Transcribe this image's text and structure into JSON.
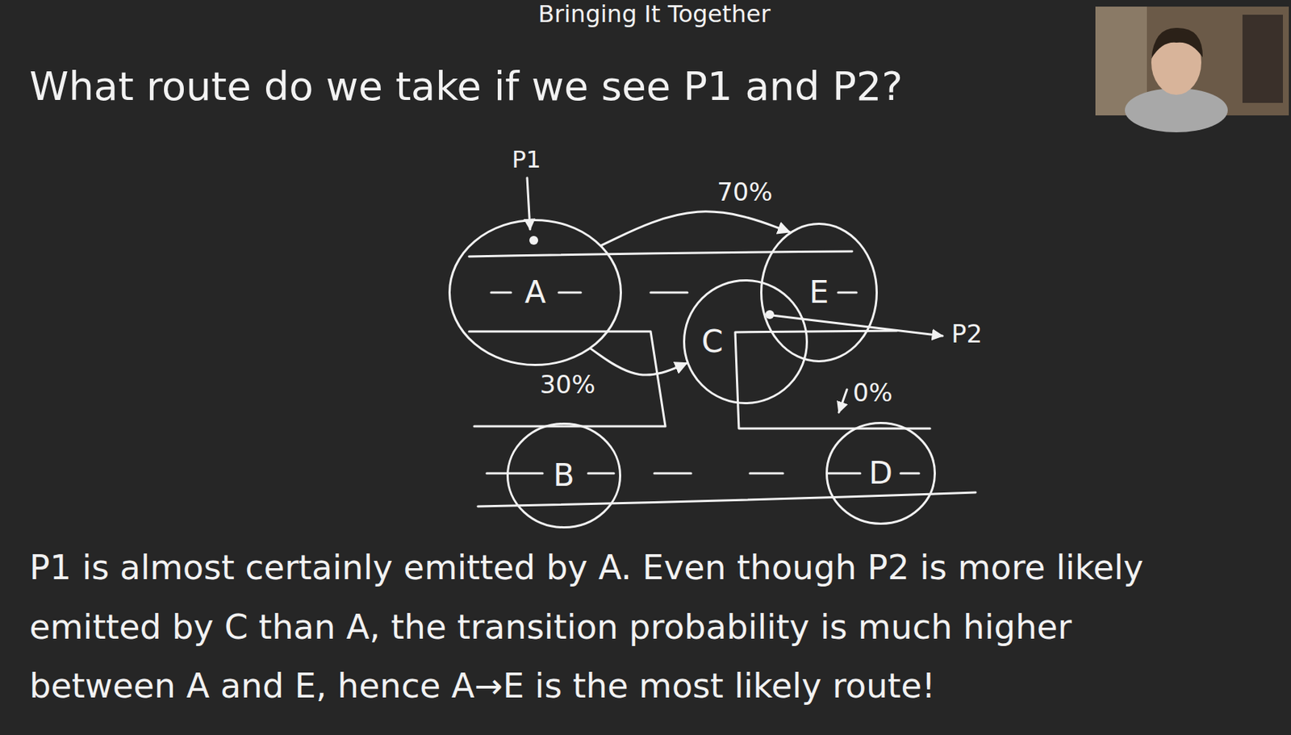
{
  "diagram": {
    "title": "Bringing It Together",
    "caption": "P1 is almost certainly emitted by A. Even though P2 is more likely emitted by C than A, the transition probability is much higher between A and E, hence A→E is the most likely route!",
    "nodes": [
      {
        "text": [
          "A"
        ]
      },
      {
        "text": [
          "E"
        ]
      },
      {
        "text": [
          "C"
        ]
      },
      {
        "text": [
          "B"
        ]
      },
      {
        "text": [
          "D"
        ]
      }
    ],
    "edges": [
      {
        "from": 0,
        "to": 1,
        "label": "70%",
        "arrow": "to"
      },
      {
        "from": 0,
        "to": 2,
        "label": "30%",
        "arrow": "to"
      }
    ],
    "labels": [
      "What route do we take if we see P1 and P2?",
      "P1",
      "P2",
      "0%"
    ]
  }
}
